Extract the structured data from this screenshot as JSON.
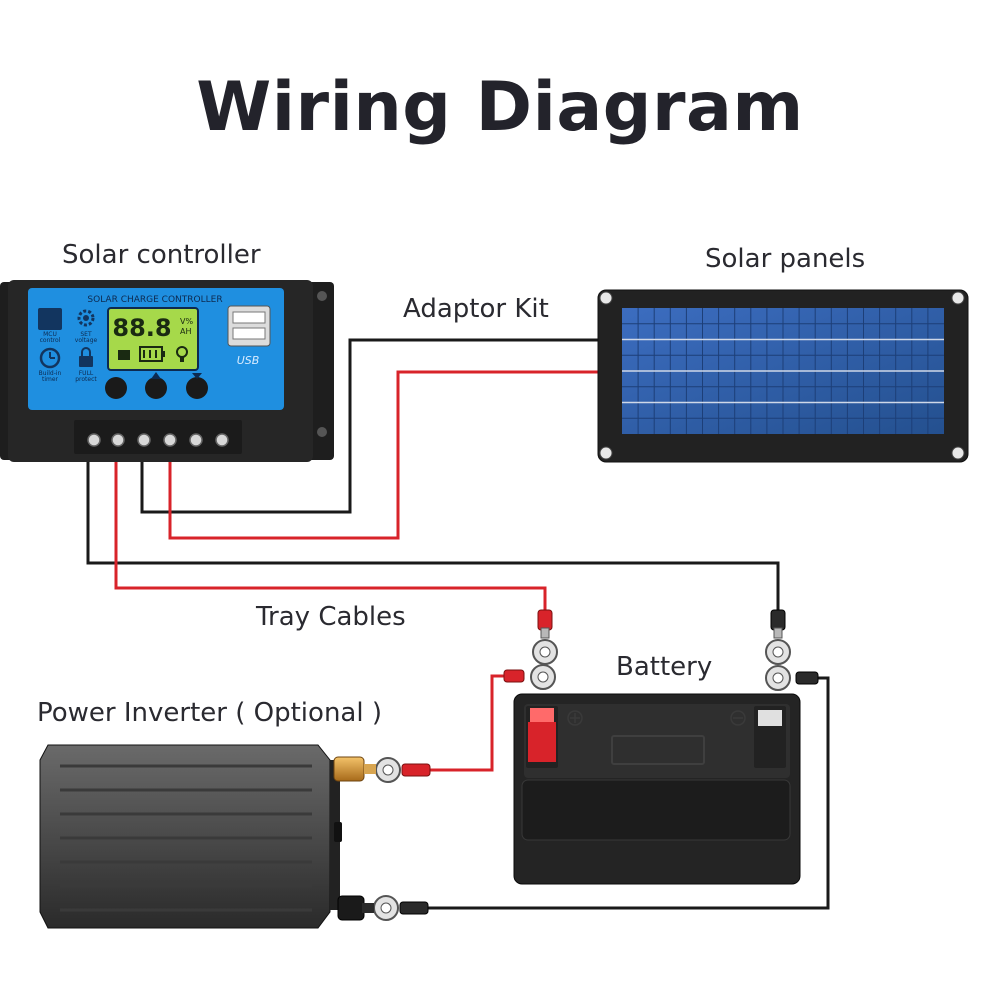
{
  "title": "Wiring Diagram",
  "labels": {
    "solar_controller": "Solar controller",
    "solar_panels": "Solar panels",
    "adaptor_kit": "Adaptor Kit",
    "tray_cables": "Tray Cables",
    "battery": "Battery",
    "power_inverter": "Power Inverter ( Optional )"
  },
  "controller": {
    "header": "SOLAR CHARGE CONTROLLER",
    "display": "88.8",
    "display_units_top": "V%",
    "display_units_bottom": "AH",
    "usb": "USB",
    "legend": [
      {
        "line1": "MCU",
        "line2": "control"
      },
      {
        "line1": "SET",
        "line2": "voltage"
      },
      {
        "line1": "Build-in",
        "line2": "timer"
      },
      {
        "line1": "FULL",
        "line2": "protect"
      }
    ]
  },
  "colors": {
    "positive_wire": "#d8232a",
    "negative_wire": "#1a1a1a",
    "controller_face": "#1f8fe0",
    "panel_cell": "#2e5aa8"
  }
}
